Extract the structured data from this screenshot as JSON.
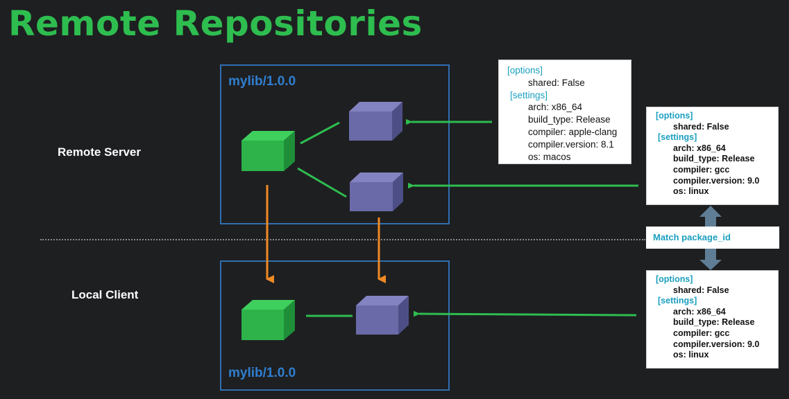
{
  "title": "Remote Repositories",
  "labels": {
    "remote": "Remote Server",
    "local": "Local Client"
  },
  "remote_package": {
    "name": "mylib/1.0.0"
  },
  "local_package": {
    "name": "mylib/1.0.0"
  },
  "panel_macos": {
    "options_header": "[options]",
    "shared": "shared: False",
    "settings_header": "[settings]",
    "arch": "arch: x86_64",
    "build_type": "build_type: Release",
    "compiler": "compiler: apple-clang",
    "compiler_version": "compiler.version: 8.1",
    "os": "os: macos"
  },
  "panel_linux_remote": {
    "options_header": "[options]",
    "shared": "shared: False",
    "settings_header": "[settings]",
    "arch": "arch: x86_64",
    "build_type": "build_type: Release",
    "compiler": "compiler: gcc",
    "compiler_version": "compiler.version: 9.0",
    "os": "os: linux"
  },
  "match_label": "Match package_id",
  "panel_linux_local": {
    "options_header": "[options]",
    "shared": "shared: False",
    "settings_header": "[settings]",
    "arch": "arch: x86_64",
    "build_type": "build_type: Release",
    "compiler": "compiler: gcc",
    "compiler_version": "compiler.version: 9.0",
    "os": "os: linux"
  },
  "colors": {
    "background": "#1e1f21",
    "title": "#2ebd4f",
    "box_border": "#2f6fb1",
    "recipe_cube": "#2db34a",
    "binary_cube": "#6a6aa8",
    "arrow_green": "#2ebd4f",
    "arrow_orange": "#f08a24",
    "section_header": "#1a9fbf",
    "match_arrow": "#5f7d94"
  }
}
